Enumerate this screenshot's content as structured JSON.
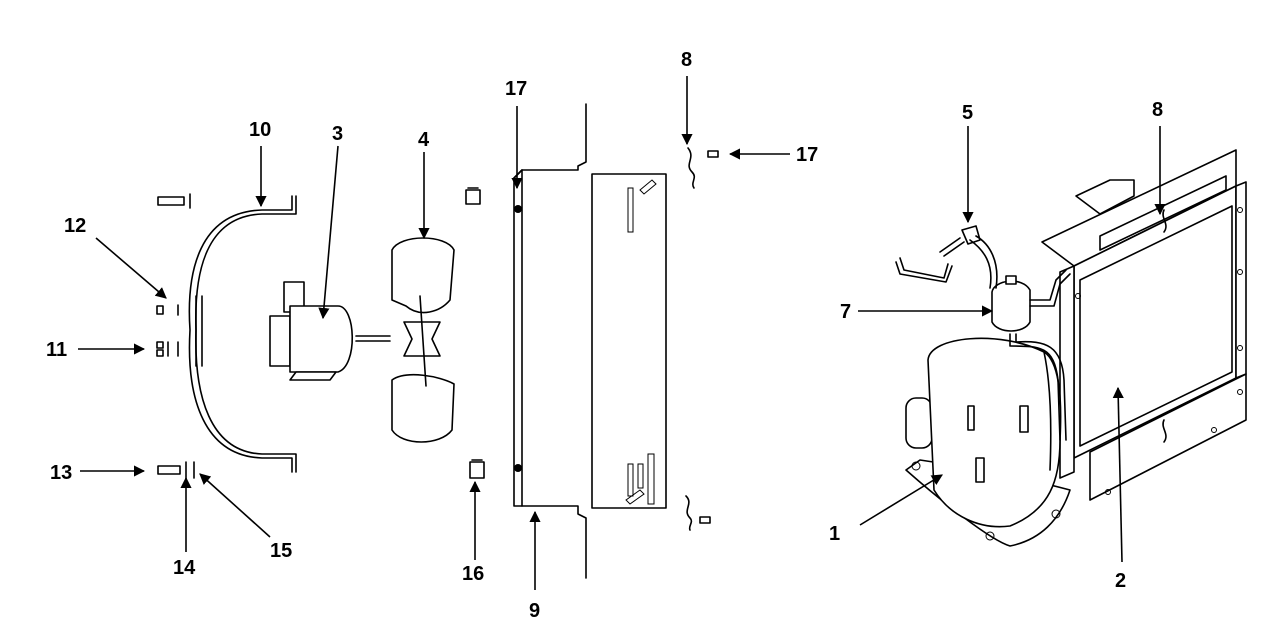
{
  "diagram": {
    "callouts": [
      {
        "id": "c1",
        "label": "1"
      },
      {
        "id": "c2",
        "label": "2"
      },
      {
        "id": "c3",
        "label": "3"
      },
      {
        "id": "c4",
        "label": "4"
      },
      {
        "id": "c5",
        "label": "5"
      },
      {
        "id": "c7",
        "label": "7"
      },
      {
        "id": "c8a",
        "label": "8"
      },
      {
        "id": "c8b",
        "label": "8"
      },
      {
        "id": "c9",
        "label": "9"
      },
      {
        "id": "c10",
        "label": "10"
      },
      {
        "id": "c11",
        "label": "11"
      },
      {
        "id": "c12",
        "label": "12"
      },
      {
        "id": "c13",
        "label": "13"
      },
      {
        "id": "c14",
        "label": "14"
      },
      {
        "id": "c15",
        "label": "15"
      },
      {
        "id": "c16",
        "label": "16"
      },
      {
        "id": "c17a",
        "label": "17"
      },
      {
        "id": "c17b",
        "label": "17"
      }
    ]
  }
}
